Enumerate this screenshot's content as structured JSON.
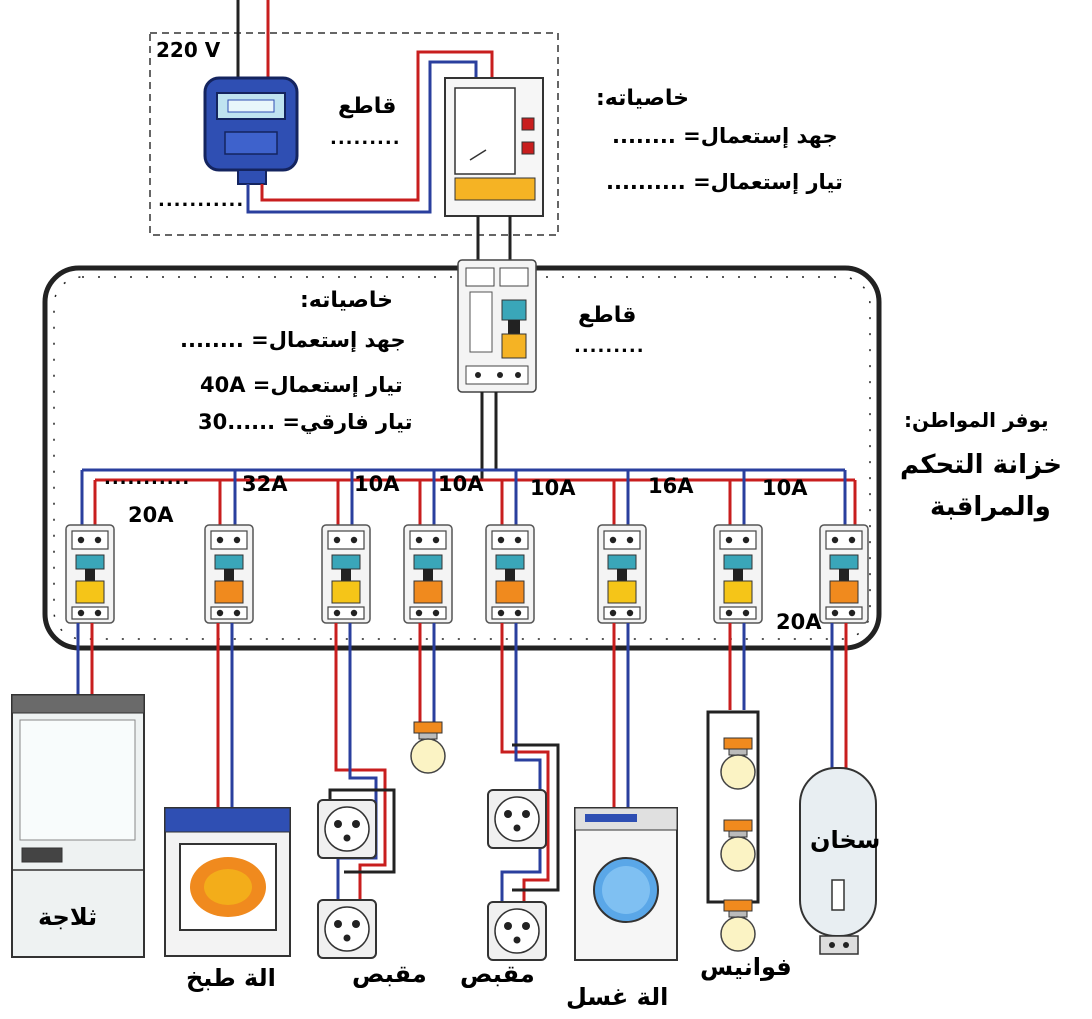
{
  "supply_voltage": "220 V",
  "meter_block": {
    "breaker_label": "قاطع",
    "breaker_blank": ".........",
    "meter_blank": "...........",
    "properties_title": "خاصياته:",
    "voltage_line": "جهد إستعمال= ........",
    "current_line": "تيار إستعمال= .........."
  },
  "panel_block": {
    "properties_title": "خاصياته:",
    "voltage_line": "جهد إستعمال= ........",
    "current_line": "تيار إستعمال= 40A",
    "diff_line": "تيار فارقي= ......30",
    "breaker_label": "قاطع",
    "breaker_blank": "........."
  },
  "panel_caption": {
    "line1": "يوفر المواطن:",
    "line2": "خزانة التحكم",
    "line3": "والمراقبة"
  },
  "breakers": [
    {
      "rating": "20A",
      "blank": "..........."
    },
    {
      "rating": "32A"
    },
    {
      "rating": "10A"
    },
    {
      "rating": "10A"
    },
    {
      "rating": "10A"
    },
    {
      "rating": "16A"
    },
    {
      "rating": "10A"
    },
    {
      "rating": "20A"
    }
  ],
  "appliances": {
    "fridge": "ثلاجة",
    "cooker": "الة طبخ",
    "socket1": "مقبص",
    "socket2": "مقبص",
    "washer": "الة غسل",
    "lanterns": "فوانيس",
    "heater": "سخان"
  },
  "colors": {
    "phase": "#c81e1e",
    "neutral": "#2a3f9e",
    "panel_border": "#222222",
    "breaker_orange": "#f08a1e",
    "breaker_yellow": "#f5c518"
  }
}
